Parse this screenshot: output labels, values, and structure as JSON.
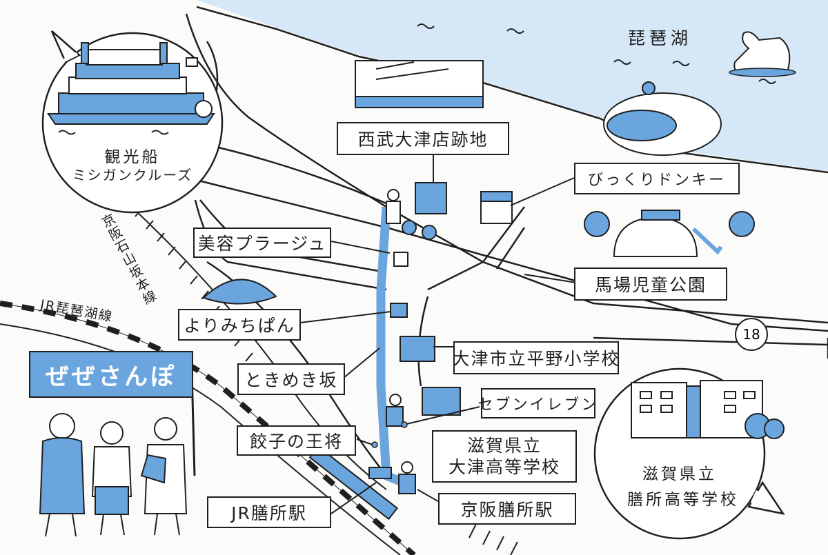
{
  "lake": {
    "name": "琵琶湖"
  },
  "callouts": {
    "boat": [
      "観光船",
      "ミシガンクルーズ"
    ],
    "school": [
      "滋賀県立",
      "膳所高等学校"
    ]
  },
  "labels": {
    "seibu": "西武大津店跡地",
    "bikkuri": "びっくりドンキー",
    "biyou": "美容プラージュ",
    "baba": "馬場児童公園",
    "yorimichi": "よりみちぱん",
    "heiya": "大津市立平野小学校",
    "tokimeki": "ときめき坂",
    "seven": "セブンイレブン",
    "gyoza": "餃子の王将",
    "otsu_high": [
      "滋賀県立",
      "大津高等学校"
    ],
    "jr_station": "JR膳所駅",
    "keihan_station": "京阪膳所駅"
  },
  "rail": {
    "keihan_line": "京阪石山坂本線",
    "jr_line": "JR琵琶湖線"
  },
  "banner": {
    "text": "ぜぜさんぽ"
  },
  "route": {
    "number": "18"
  },
  "colors": {
    "accent": "#6aa5de",
    "lake": "#d6e7f7",
    "ink": "#1f1f1f"
  }
}
